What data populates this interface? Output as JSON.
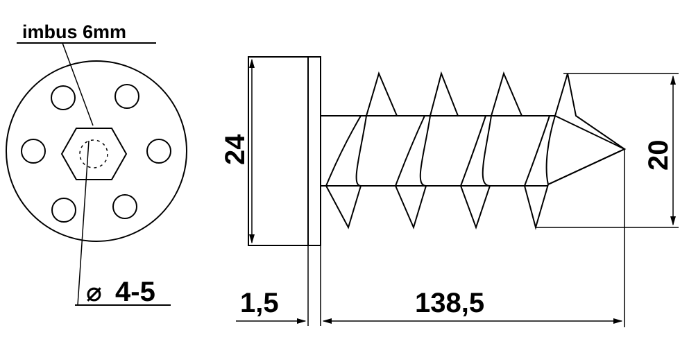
{
  "labels": {
    "hex_socket": "imbus 6mm",
    "hole_diameter": "4-5",
    "diameter_symbol": "⌀",
    "head_diameter": "24",
    "thread_diameter": "20",
    "head_thickness": "1,5",
    "shank_length": "138,5"
  }
}
